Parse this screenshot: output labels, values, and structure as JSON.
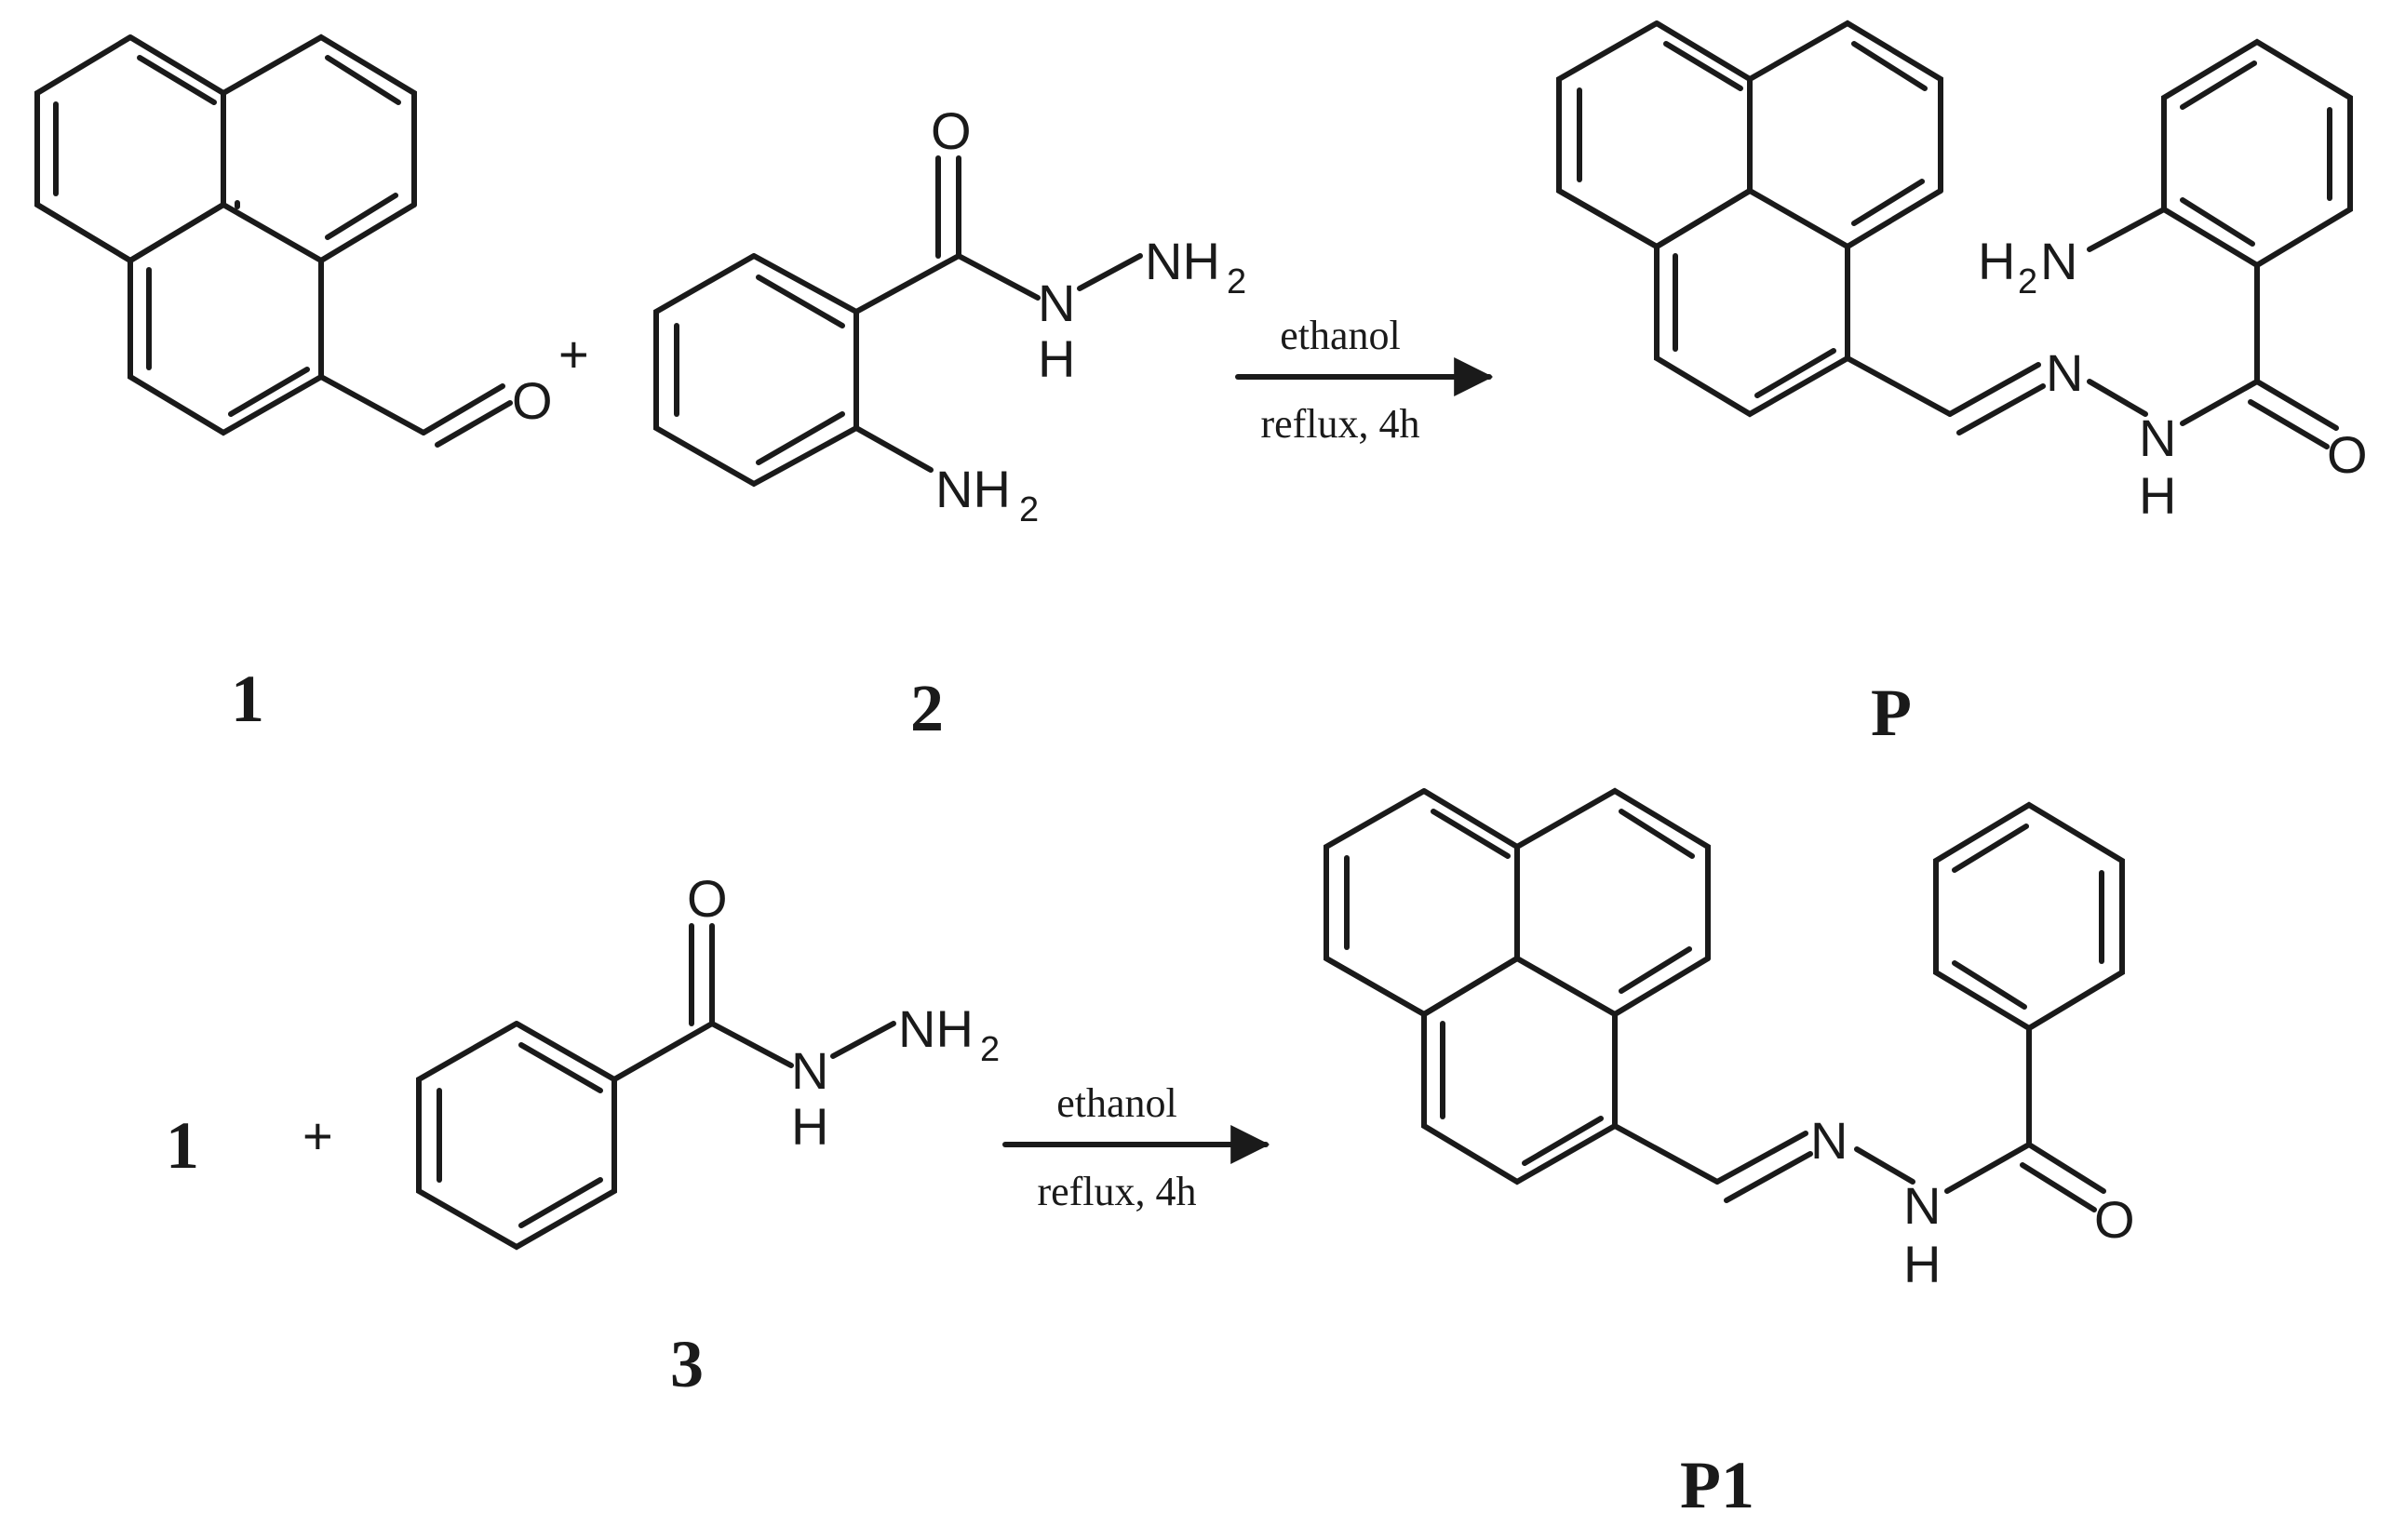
{
  "colors": {
    "ink": "#1a1a1a",
    "background": "#ffffff"
  },
  "reaction_1": {
    "plus": "+",
    "conditions_top": "ethanol",
    "conditions_bottom": "reflux, 4h",
    "reactant_1_label": "1",
    "reactant_2_label": "2",
    "product_label": "P",
    "atoms": {
      "r1_oxygen": "O",
      "r2_oxygen": "O",
      "r2_nh2_terminal": "NH",
      "r2_nh2_terminal_sub": "2",
      "r2_nh": "N",
      "r2_nh_h": "H",
      "r2_aniline": "NH",
      "r2_aniline_sub": "2",
      "p_h2n_h": "H",
      "p_h2n_sub": "2",
      "p_h2n_n": "N",
      "p_imine_n": "N",
      "p_nh": "N",
      "p_nh_h": "H",
      "p_oxygen": "O"
    }
  },
  "reaction_2": {
    "reactant_1_ref": "1",
    "plus": "+",
    "conditions_top": "ethanol",
    "conditions_bottom": "reflux, 4h",
    "reactant_3_label": "3",
    "product_label": "P1",
    "atoms": {
      "r3_oxygen": "O",
      "r3_nh2_terminal": "NH",
      "r3_nh2_terminal_sub": "2",
      "r3_nh": "N",
      "r3_nh_h": "H",
      "p1_imine_n": "N",
      "p1_nh": "N",
      "p1_nh_h": "H",
      "p1_oxygen": "O"
    }
  }
}
